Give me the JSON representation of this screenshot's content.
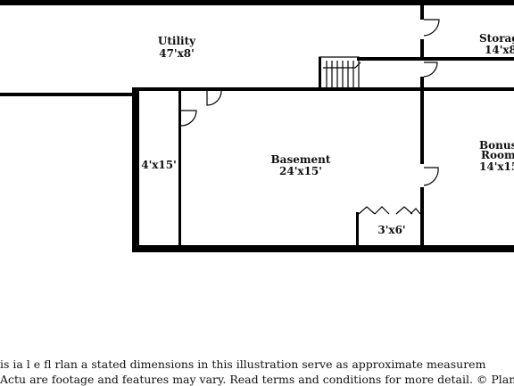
{
  "rooms": {
    "utility": {
      "name": "Utility",
      "dims": "47'x8'"
    },
    "storage": {
      "name": "Storag",
      "dims": "14'x8"
    },
    "closet": {
      "name": "",
      "dims": "4'x15'"
    },
    "basement": {
      "name": "Basement",
      "dims": "24'x15'"
    },
    "bonus": {
      "name": "Bonus",
      "name2": "Room",
      "dims": "14'x15'"
    },
    "small_closet": {
      "name": "",
      "dims": "3'x6'"
    }
  },
  "disclaimer": {
    "line1": "is ia    l  e fl  rlan a  stated dimensions in this illustration serve as approximate measurem",
    "line2": "Actu   are footage and features may vary. Read terms and conditions for more detail. © PlanO"
  }
}
